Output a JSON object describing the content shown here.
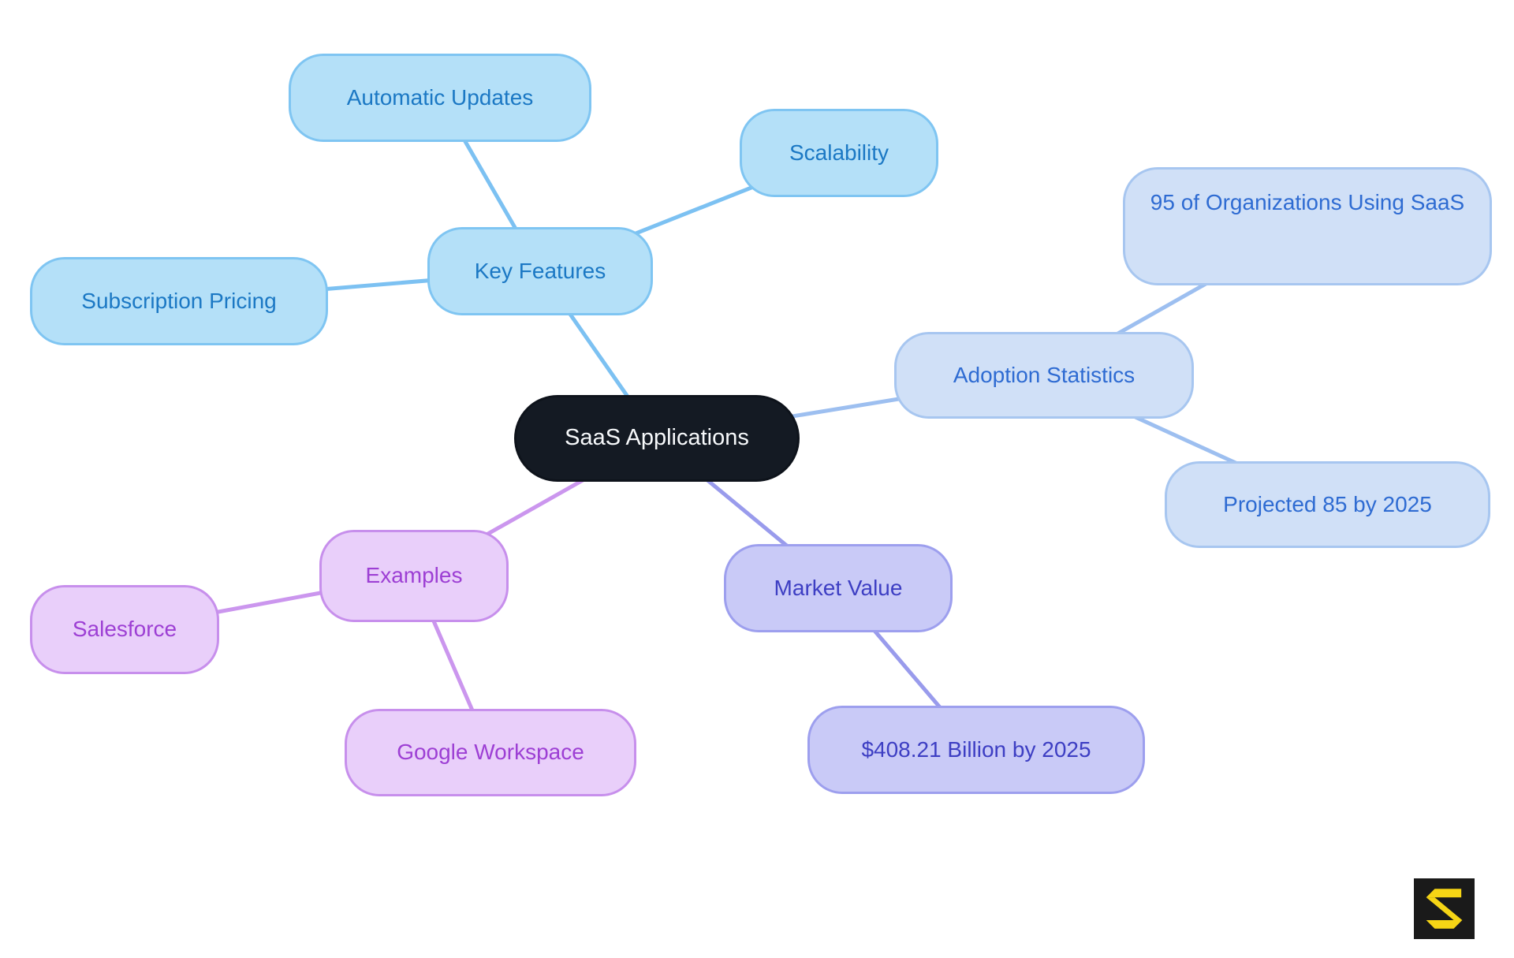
{
  "mindmap": {
    "central": {
      "label": "SaaS Applications"
    },
    "branches": [
      {
        "label": "Key Features",
        "theme": "features",
        "children": [
          {
            "label": "Automatic Updates"
          },
          {
            "label": "Scalability"
          },
          {
            "label": "Subscription Pricing"
          }
        ]
      },
      {
        "label": "Adoption Statistics",
        "theme": "adoption",
        "children": [
          {
            "label": "95 of Organizations Using SaaS"
          },
          {
            "label": "Projected 85 by 2025"
          }
        ]
      },
      {
        "label": "Market Value",
        "theme": "market",
        "children": [
          {
            "label": "$408.21 Billion by 2025"
          }
        ]
      },
      {
        "label": "Examples",
        "theme": "examples",
        "children": [
          {
            "label": "Salesforce"
          },
          {
            "label": "Google Workspace"
          }
        ]
      }
    ]
  },
  "themes": {
    "central": {
      "fill": "#141A23",
      "border": "#0E131B",
      "text": "#F7F9FB",
      "line": "#141A23"
    },
    "features": {
      "fill": "#B4E0F8",
      "border": "#7FC5F2",
      "text": "#1B78C4",
      "line": "#7CC1F2"
    },
    "adoption": {
      "fill": "#D0E0F7",
      "border": "#A7C6F0",
      "text": "#2E6BD2",
      "line": "#9DBFF0"
    },
    "market": {
      "fill": "#C9CAF7",
      "border": "#9D9FEE",
      "text": "#3D3EC3",
      "line": "#999BEC"
    },
    "examples": {
      "fill": "#E9CFFA",
      "border": "#C78FEC",
      "text": "#9D3FD4",
      "line": "#CB96EE"
    }
  },
  "logo": {
    "letter": "S",
    "background": "#1A1A1A",
    "accent": "#F6D515"
  }
}
